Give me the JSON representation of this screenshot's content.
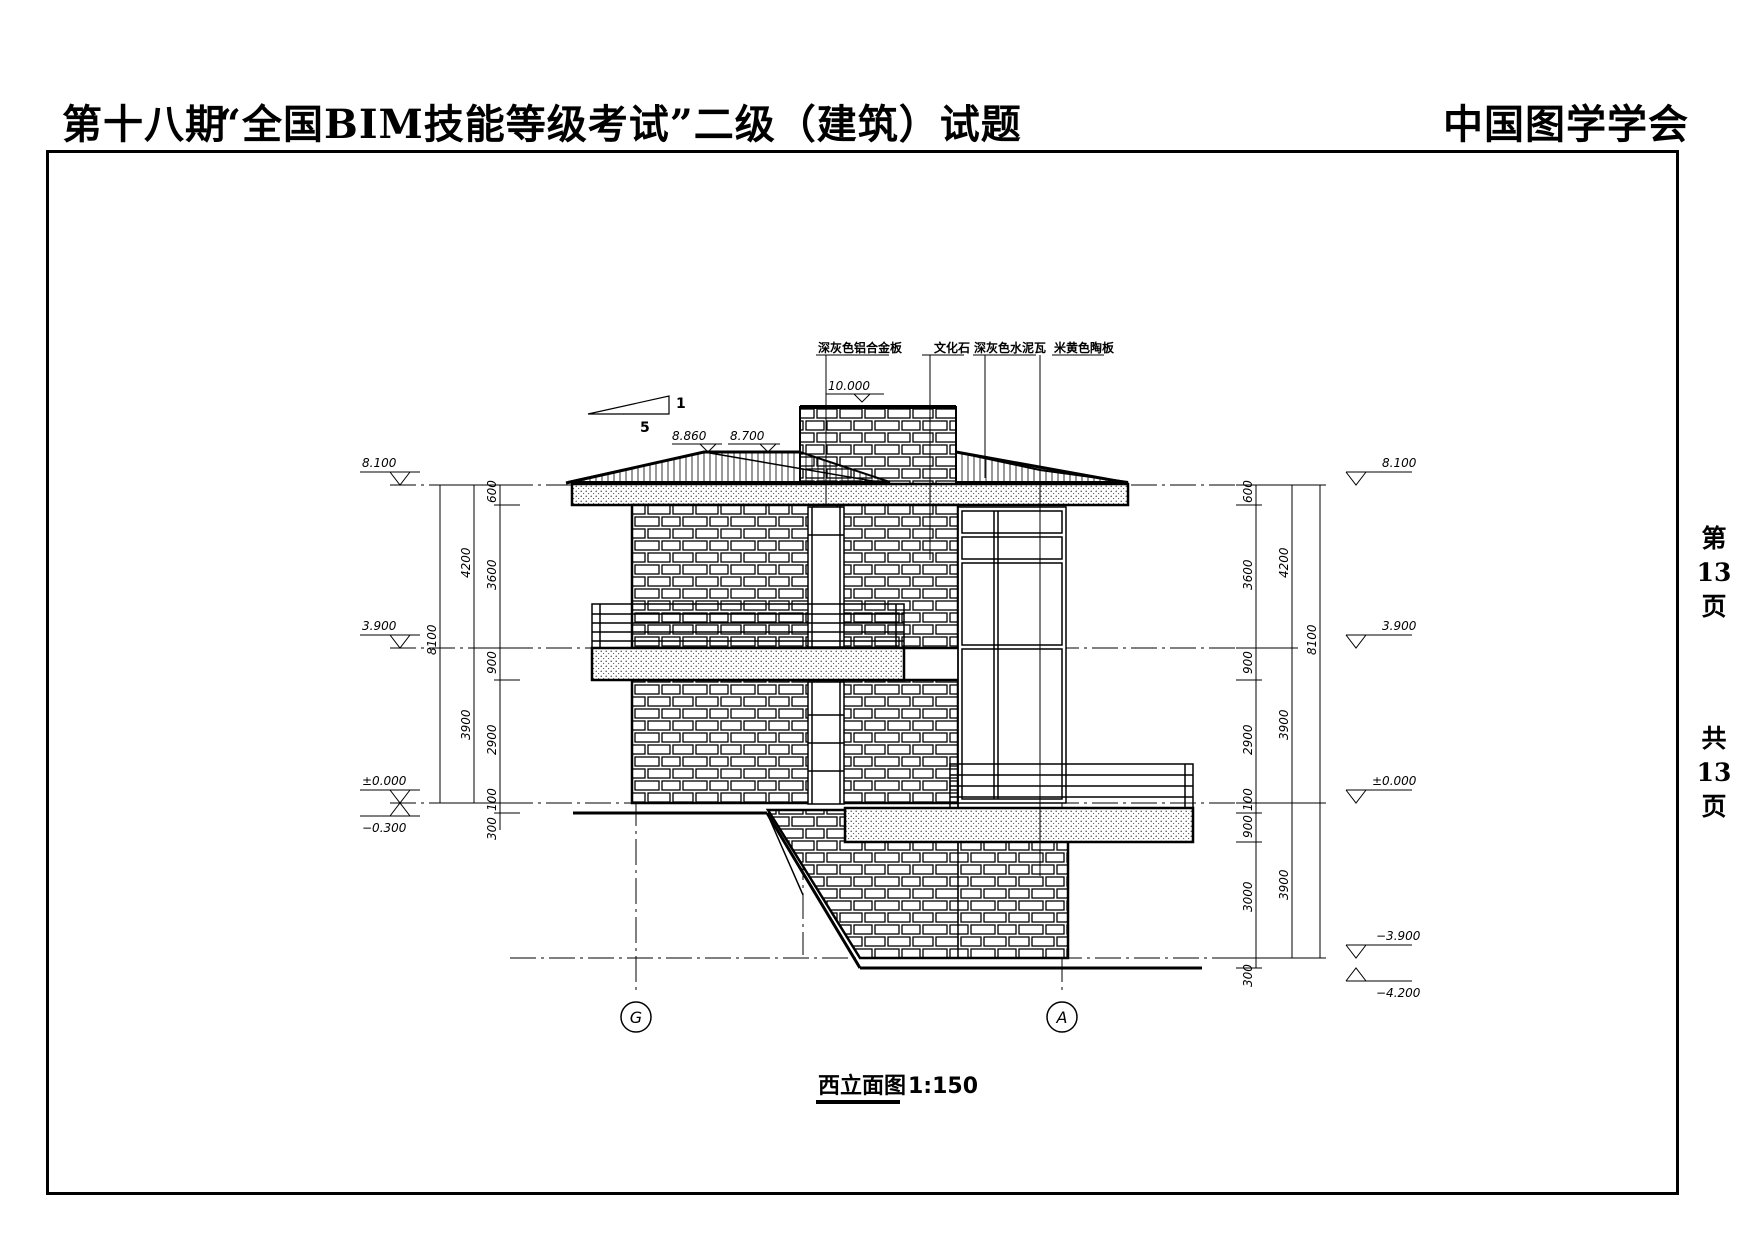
{
  "header": {
    "left": "第十八期",
    "quote": "“全国BIM技能等级考试”二级（建筑）试题",
    "right": "中国图学学会"
  },
  "side": {
    "page_chars": [
      "第",
      "13",
      "页"
    ],
    "total_chars": [
      "共",
      "13",
      "页"
    ]
  },
  "drawing": {
    "title": "西立面图",
    "scale": "1:150",
    "slope": {
      "rise": "1",
      "run": "5"
    },
    "material_labels": [
      "深灰色铝合金板",
      "文化石",
      "深灰色水泥瓦",
      "米黄色陶板"
    ],
    "elevations_left": {
      "e8100": "8.100",
      "e3900": "3.900",
      "e0": "±0.000",
      "em300": "−0.300"
    },
    "elevations_right": {
      "e8100": "8.100",
      "e3900": "3.900",
      "e0": "±0.000",
      "em3900": "−3.900",
      "em4200": "−4.200"
    },
    "roof_elevations": {
      "top": "10.000",
      "ridge1": "8.860",
      "ridge2": "8.700"
    },
    "dims_left_inner": [
      "600",
      "3600",
      "900",
      "2900",
      "100",
      "300"
    ],
    "dims_left_mid": [
      "4200",
      "3900"
    ],
    "dims_left_outer": [
      "8100"
    ],
    "dims_right_inner": [
      "600",
      "3600",
      "900",
      "2900",
      "100",
      "900",
      "3000",
      "300"
    ],
    "dims_right_mid": [
      "4200",
      "3900",
      "3900"
    ],
    "dims_right_outer": [
      "8100"
    ],
    "axes": [
      "G",
      "A"
    ]
  }
}
